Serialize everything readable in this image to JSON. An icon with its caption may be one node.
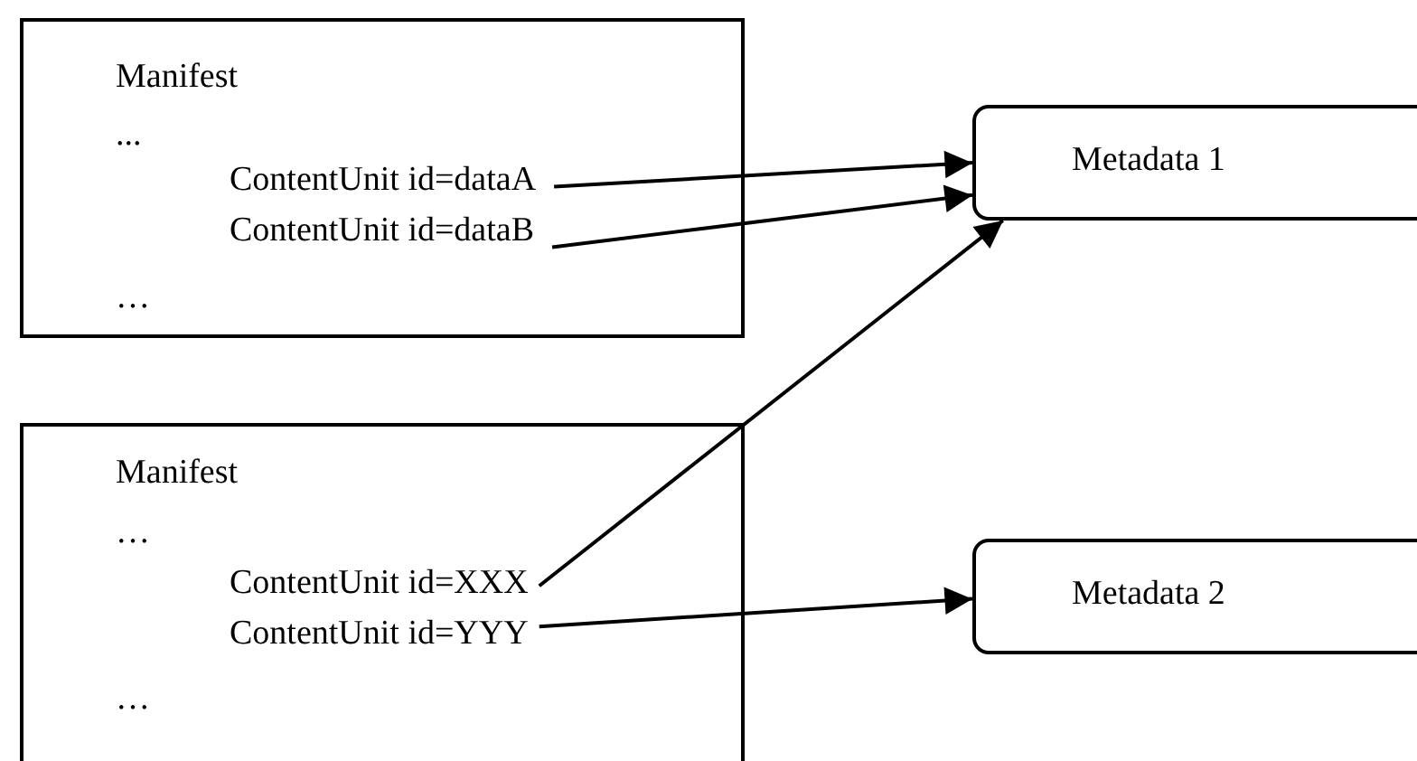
{
  "diagram": {
    "nodes": [
      {
        "text": [
          "Manifest",
          "...",
          "…"
        ]
      },
      {
        "text": [
          "ContentUnit id=dataA"
        ],
        "in": 0
      },
      {
        "text": [
          "ContentUnit id=dataB"
        ],
        "in": 0
      },
      {
        "text": [
          "Metadata 1"
        ]
      },
      {
        "text": [
          "Manifest",
          "…",
          "…"
        ]
      },
      {
        "text": [
          "ContentUnit id=XXX"
        ],
        "in": 4
      },
      {
        "text": [
          "ContentUnit id=YYY"
        ],
        "in": 4
      },
      {
        "text": [
          "Metadata 2"
        ]
      }
    ],
    "edges": [
      {
        "from": 1,
        "to": 3,
        "arrow": "to"
      },
      {
        "from": 2,
        "to": 3,
        "arrow": "to"
      },
      {
        "from": 5,
        "to": 3,
        "arrow": "to"
      },
      {
        "from": 6,
        "to": 7,
        "arrow": "to"
      }
    ]
  }
}
